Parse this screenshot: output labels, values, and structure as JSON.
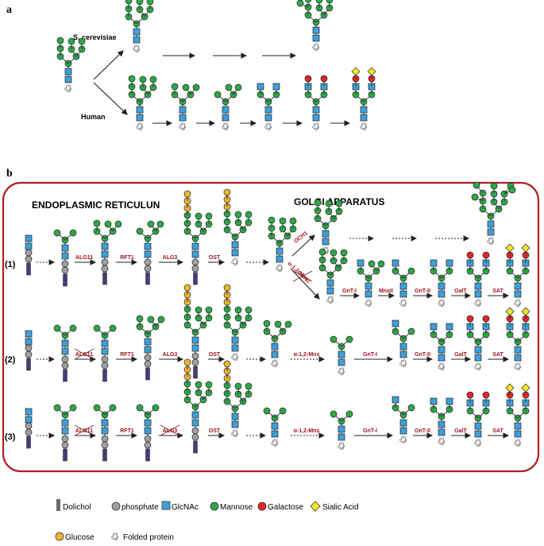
{
  "panel_a": {
    "letter": "a",
    "yeast_label": "S. cerevisiae",
    "human_label": "Human"
  },
  "panel_b": {
    "letter": "b",
    "er_title": "ENDOPLASMIC RETICULUN",
    "golgi_title": "GOLGI APPARATUS",
    "row_labels": [
      "(1)",
      "(2)",
      "(3)"
    ],
    "enzymes": {
      "alg11": "ALG11",
      "rft1": "RFT1",
      "alg3": "ALG3",
      "ost": "OST",
      "och1": "OCH1",
      "mns": "α-1,2-Mns",
      "gnt1": "GnT-I",
      "mns2": "MnsII",
      "gnt2": "GnT-II",
      "galt": "GalT",
      "sat": "SAT"
    },
    "knockouts": [
      "OCH1 (row 1)",
      "ALG11 (row 2)",
      "ALG11 (row 3)",
      "ALG3 (row 3)"
    ]
  },
  "legend": {
    "items": [
      {
        "key": "dolichol",
        "label": "Dolichol",
        "color": "#6a6a6a"
      },
      {
        "key": "phosphate",
        "label": "phosphate",
        "color": "#a0a0a0"
      },
      {
        "key": "glcnac",
        "label": "GlcNAc",
        "color": "#3f9fd8"
      },
      {
        "key": "mannose",
        "label": "Mannose",
        "color": "#2ea84a"
      },
      {
        "key": "galactose",
        "label": "Galactose",
        "color": "#e0262a"
      },
      {
        "key": "sialic",
        "label": "Sialic Acid",
        "color": "#f5e62a"
      },
      {
        "key": "glucose",
        "label": "Glucose",
        "color": "#f0b630"
      },
      {
        "key": "protein",
        "label": "Folded protein",
        "color": "#9a9a9a"
      }
    ]
  },
  "colors": {
    "frame": "#b01e22",
    "enzyme_text": "#a0121a",
    "dolichol_bar": "#4b3a78",
    "arrow": "#222222"
  }
}
